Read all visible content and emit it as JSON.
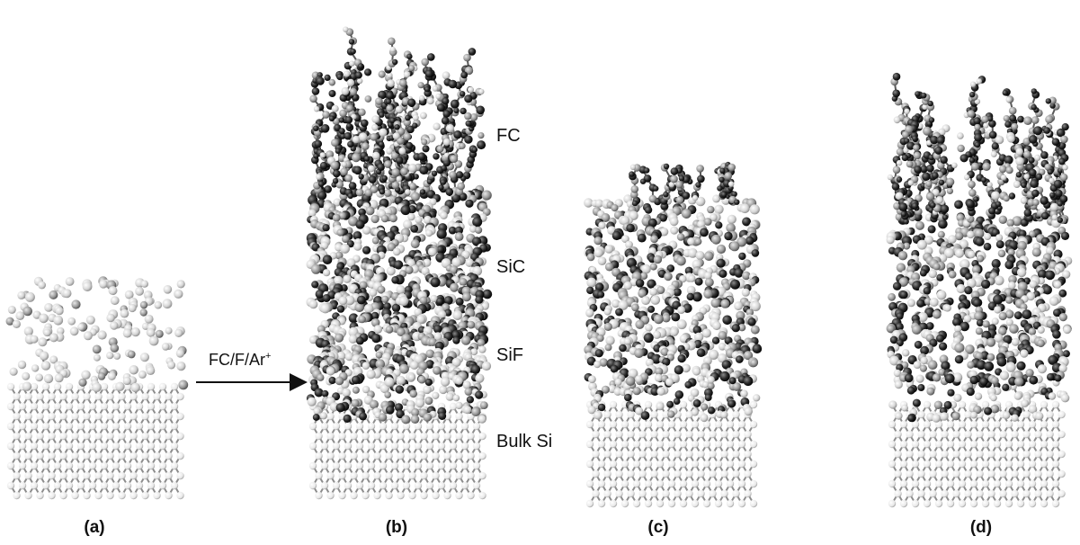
{
  "panels": [
    {
      "label": "(a)"
    },
    {
      "label": "(b)"
    },
    {
      "label": "(c)"
    },
    {
      "label": "(d)"
    }
  ],
  "layers": {
    "fc": "FC",
    "sic": "SiC",
    "sif": "SiF",
    "bulk": "Bulk Si"
  },
  "arrow": {
    "label": "FC/F/Ar",
    "superscript": "+"
  },
  "colors": {
    "bulk_si": "#f2f2f2",
    "light_atom": "#d9d9d9",
    "mid_atom": "#9a9a9a",
    "dark_atom": "#262626",
    "bond": "#7a7a7a"
  }
}
